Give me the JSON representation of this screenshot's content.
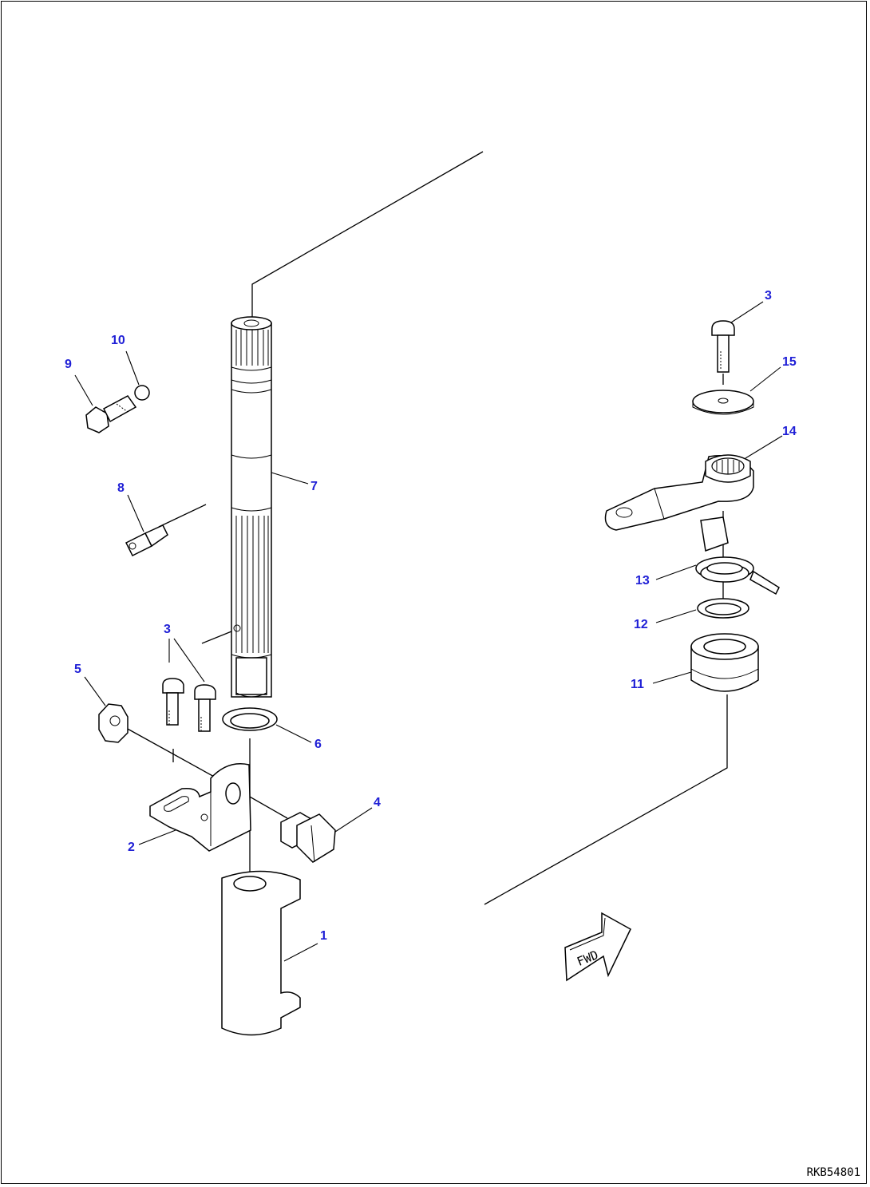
{
  "callouts": [
    {
      "id": "c1",
      "label": "1"
    },
    {
      "id": "c2",
      "label": "2"
    },
    {
      "id": "c3a",
      "label": "3"
    },
    {
      "id": "c3b",
      "label": "3"
    },
    {
      "id": "c4",
      "label": "4"
    },
    {
      "id": "c5",
      "label": "5"
    },
    {
      "id": "c6",
      "label": "6"
    },
    {
      "id": "c7",
      "label": "7"
    },
    {
      "id": "c8",
      "label": "8"
    },
    {
      "id": "c9",
      "label": "9"
    },
    {
      "id": "c10",
      "label": "10"
    },
    {
      "id": "c11",
      "label": "11"
    },
    {
      "id": "c12",
      "label": "12"
    },
    {
      "id": "c13",
      "label": "13"
    },
    {
      "id": "c14",
      "label": "14"
    },
    {
      "id": "c15",
      "label": "15"
    }
  ],
  "direction_arrow": {
    "label": "FWD"
  },
  "drawing_code": "RKB54801",
  "colors": {
    "callout": "#1f1fd6",
    "line": "#000000",
    "background": "#ffffff"
  }
}
